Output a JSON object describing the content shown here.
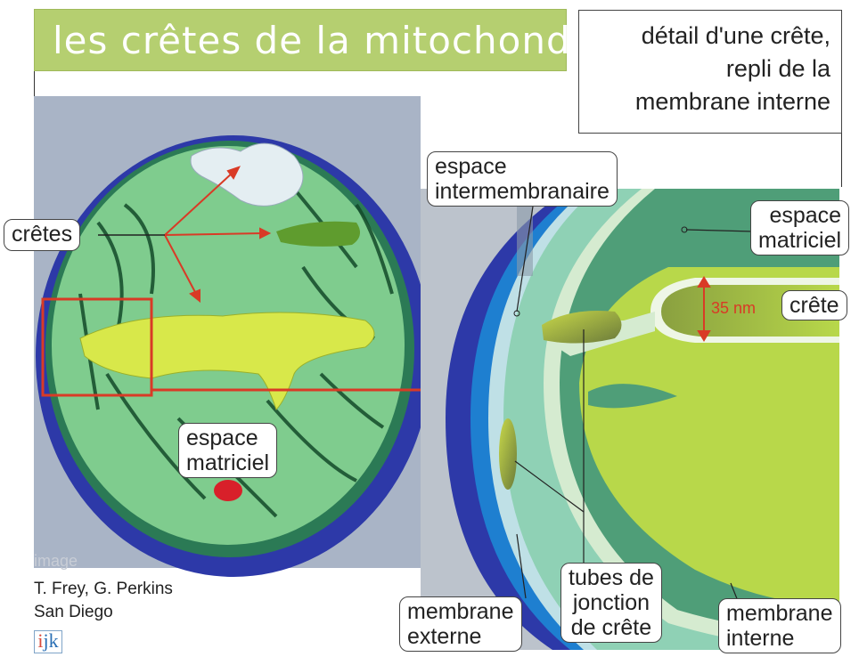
{
  "title": "les crêtes de la mitochondrie",
  "detail_note": [
    "détail d'une crête,",
    "repli de la",
    "membrane interne"
  ],
  "labels": {
    "cretes": "crêtes",
    "espace_matriciel_left": [
      "espace",
      "matriciel"
    ],
    "espace_intermembranaire": [
      "espace",
      "intermembranaire"
    ],
    "espace_matriciel_right": [
      "espace",
      "matriciel"
    ],
    "crete": "crête",
    "size": "35 nm",
    "membrane_externe": [
      "membrane",
      "externe"
    ],
    "tubes": [
      "tubes de",
      "jonction",
      "de crête"
    ],
    "membrane_interne": [
      "membrane",
      "interne"
    ]
  },
  "credit": {
    "image": "image",
    "authors": "T. Frey, G. Perkins",
    "place": "San Diego"
  },
  "logo": [
    "i",
    "j",
    "k"
  ],
  "colors": {
    "title_bg": "#b5cf70",
    "mito_outer": "#2d39a8",
    "mito_matrix": "#7fcc8e",
    "cristae": "#d8e84a",
    "arrow": "#d93a26",
    "panel_bg": "#a9b4c6"
  }
}
